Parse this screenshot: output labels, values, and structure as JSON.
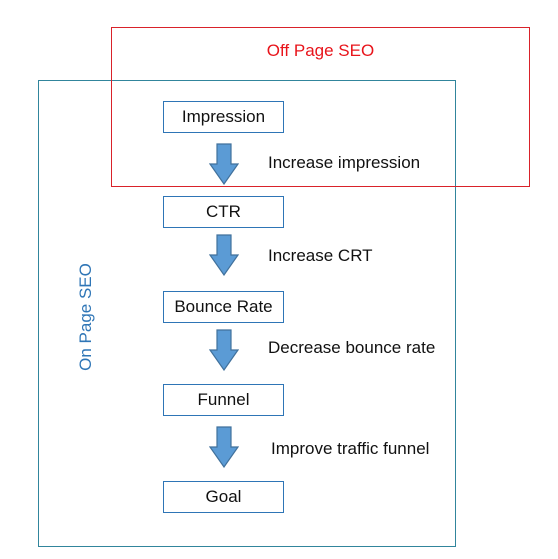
{
  "regions": {
    "off_page": {
      "title": "Off Page SEO",
      "color": "#d9222a"
    },
    "on_page": {
      "title": "On Page SEO",
      "color": "#31859c"
    }
  },
  "steps": [
    {
      "label": "Impression"
    },
    {
      "label": "CTR"
    },
    {
      "label": "Bounce Rate"
    },
    {
      "label": "Funnel"
    },
    {
      "label": "Goal"
    }
  ],
  "transitions": [
    {
      "label": "Increase impression"
    },
    {
      "label": "Increase CRT"
    },
    {
      "label": "Decrease bounce rate"
    },
    {
      "label": "Improve traffic funnel"
    }
  ],
  "colors": {
    "step_border": "#2e75b6",
    "arrow_fill": "#5b9bd5",
    "arrow_stroke": "#41719c"
  }
}
